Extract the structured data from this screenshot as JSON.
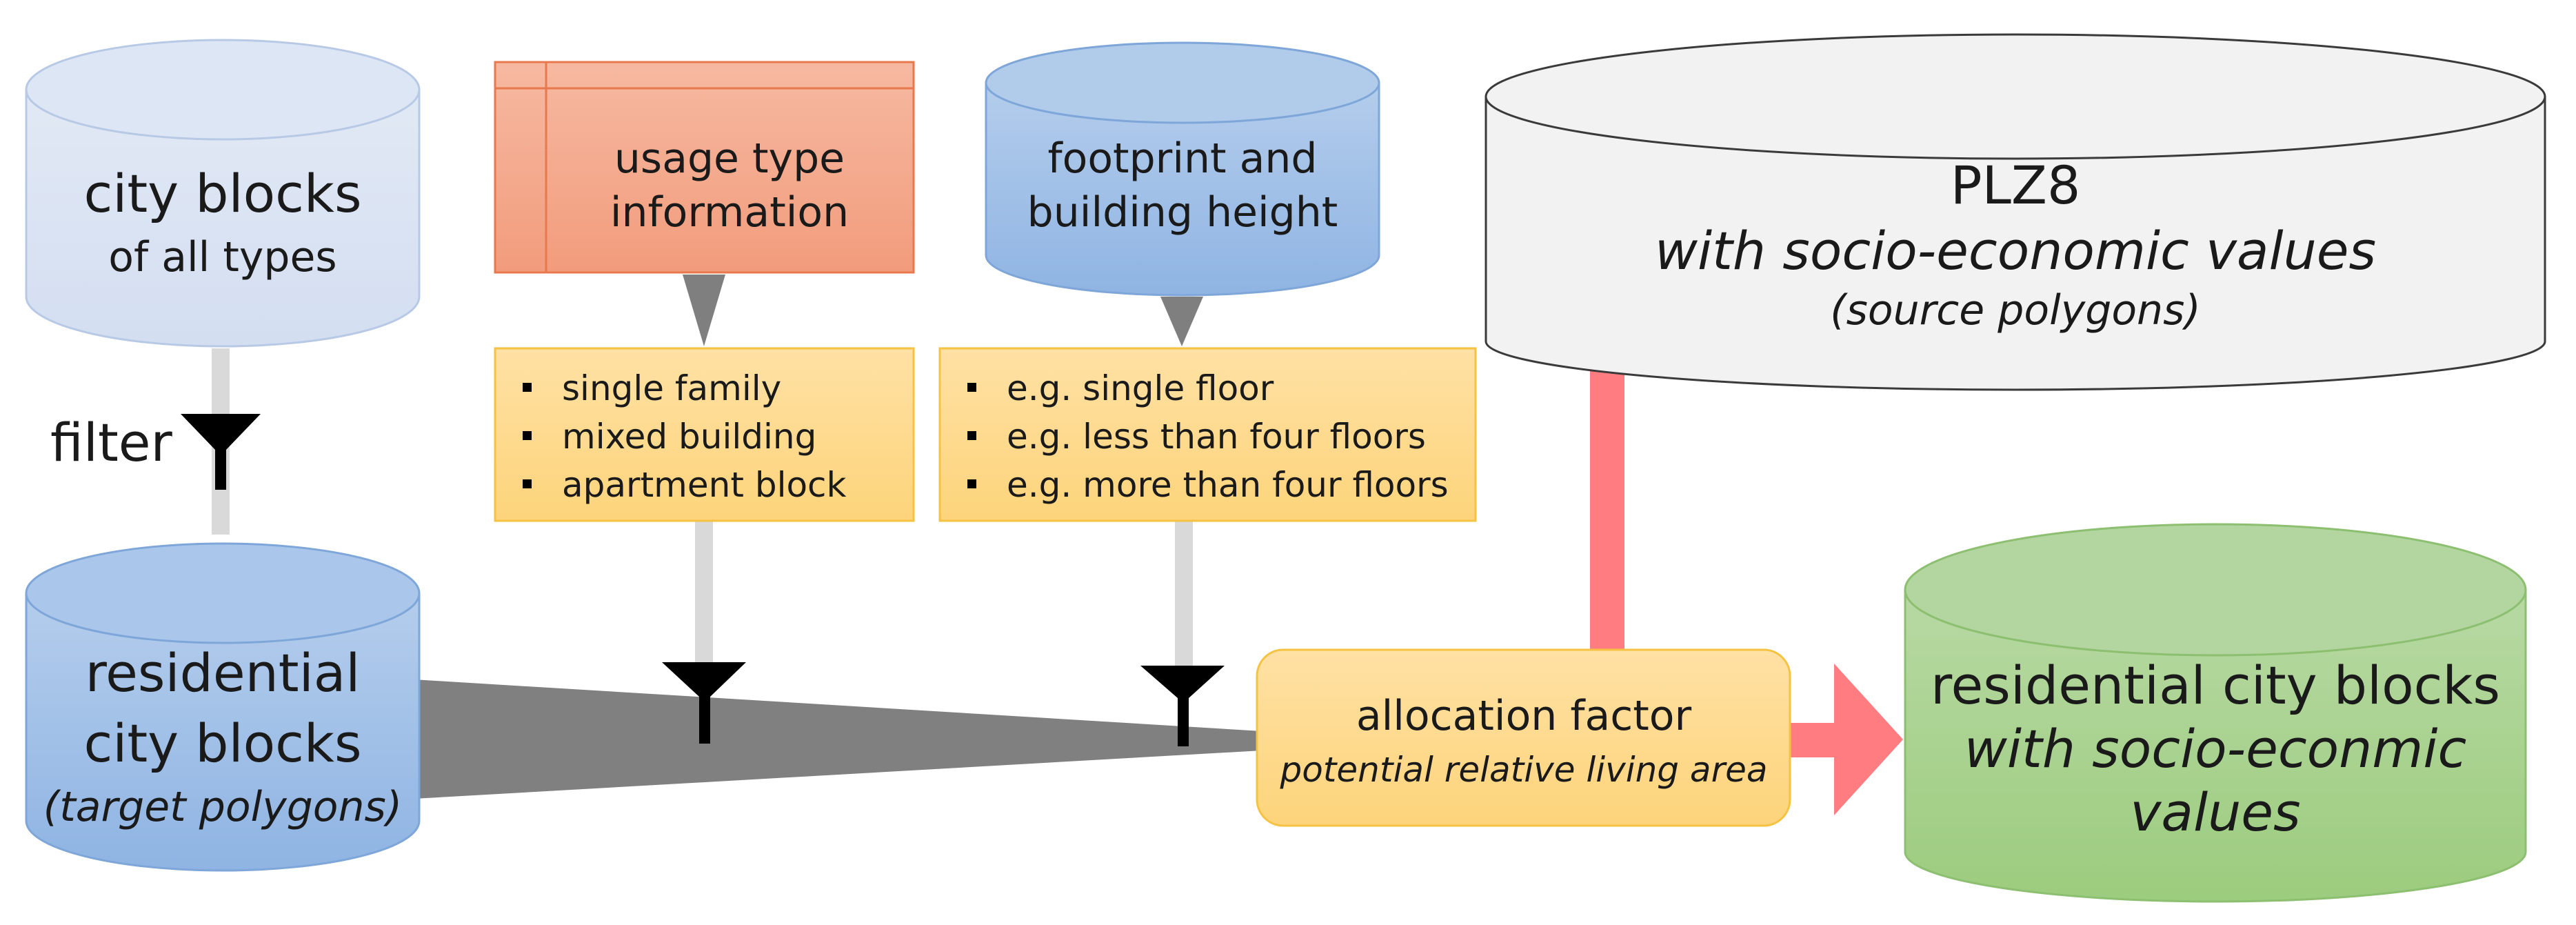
{
  "nodes": {
    "all_blocks": {
      "line1": "city blocks",
      "line2": "of all types"
    },
    "filter_label": "filter",
    "residential": {
      "line1": "residential",
      "line2": "city blocks",
      "line3": "(target polygons)"
    },
    "usage_type": {
      "line1": "usage type",
      "line2": "information"
    },
    "usage_list": [
      "single family",
      "mixed building",
      "apartment block"
    ],
    "footprint": {
      "line1": "footprint and",
      "line2": "building height"
    },
    "floor_list": [
      "e.g. single floor",
      "e.g. less than four floors",
      "e.g. more than four floors"
    ],
    "plz8": {
      "line1": "PLZ8",
      "line2": "with socio-economic values",
      "line3": "(source polygons)"
    },
    "allocation": {
      "line1": "allocation factor",
      "line2": "potential relative living area"
    },
    "result": {
      "line1": "residential city blocks",
      "line2": "with socio-econmic",
      "line3": "values"
    }
  },
  "colors": {
    "light_blue": "#d9e2f3",
    "mid_blue": "#9dc3e6",
    "salmon": "#f4b183",
    "yellow": "#ffd966",
    "green": "#a9d18e",
    "gray_flow": "#808080",
    "light_gray_line": "#d9d9d9",
    "red_flow": "#ff7c80"
  }
}
